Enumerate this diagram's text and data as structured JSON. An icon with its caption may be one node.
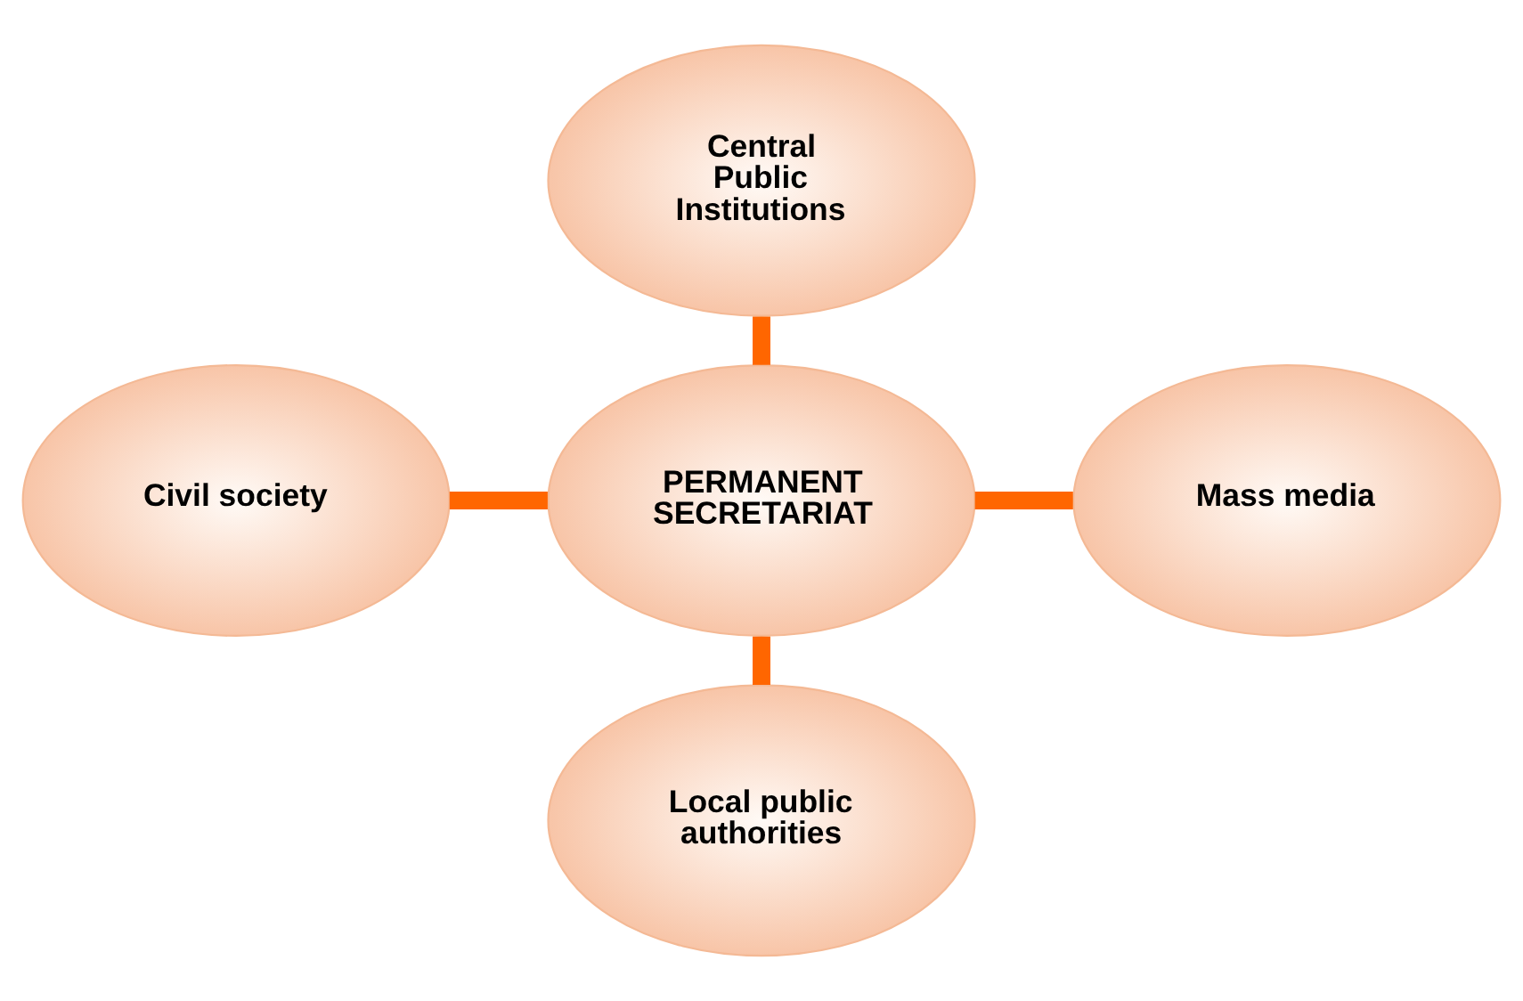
{
  "diagram": {
    "nodes": [
      {
        "text": [
          "Central Public Institutions"
        ]
      },
      {
        "text": [
          "Civil society"
        ]
      },
      {
        "text": [
          "PERMANENT SECRETARIAT"
        ]
      },
      {
        "text": [
          "Mass media"
        ]
      },
      {
        "text": [
          "Local public authorities"
        ]
      }
    ],
    "edges": [
      {
        "from": 0,
        "to": 2,
        "arrow": "none"
      },
      {
        "from": 1,
        "to": 2,
        "arrow": "none"
      },
      {
        "from": 2,
        "to": 3,
        "arrow": "none"
      },
      {
        "from": 2,
        "to": 4,
        "arrow": "none"
      }
    ]
  }
}
